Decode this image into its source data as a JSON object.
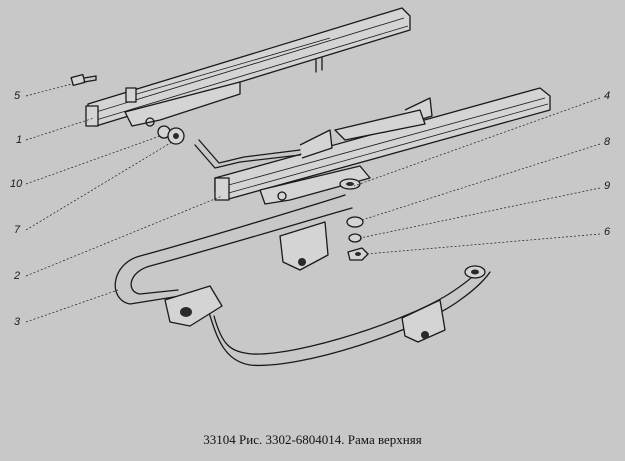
{
  "caption": "33104 Рис. 3302-6804014. Рама верхняя",
  "callouts": {
    "c1": "1",
    "c2": "2",
    "c3": "3",
    "c4": "4",
    "c5": "5",
    "c6": "6",
    "c7": "7",
    "c8": "8",
    "c9": "9",
    "c10": "10"
  }
}
